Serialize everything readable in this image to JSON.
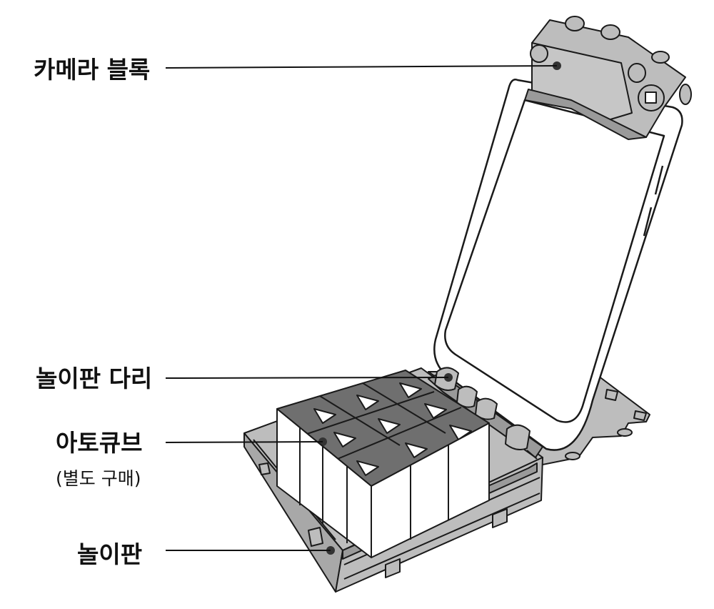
{
  "labels": {
    "camera_block": "카메라 블록",
    "board_legs": "놀이판 다리",
    "atocube": "아토큐브",
    "atocube_note": "(별도 구매)",
    "board": "놀이판"
  },
  "colors": {
    "part_gray": "#bdbdbd",
    "part_dark": "#9a9a9a",
    "cube_top": "#6f6f6f",
    "cube_side": "#ffffff",
    "outline": "#1a1a1a",
    "leader": "#111111"
  }
}
